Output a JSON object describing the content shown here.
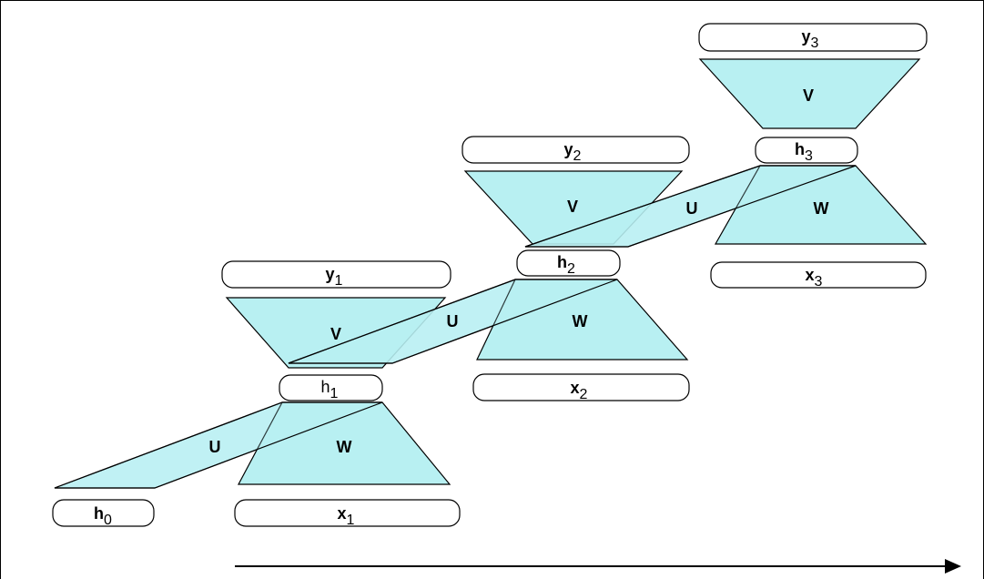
{
  "diagram": {
    "nodes": {
      "h0": {
        "base": "h",
        "sub": "0"
      },
      "h1": {
        "base": "h",
        "sub": "1"
      },
      "h2": {
        "base": "h",
        "sub": "2"
      },
      "h3": {
        "base": "h",
        "sub": "3"
      },
      "x1": {
        "base": "x",
        "sub": "1"
      },
      "x2": {
        "base": "x",
        "sub": "2"
      },
      "x3": {
        "base": "x",
        "sub": "3"
      },
      "y1": {
        "base": "y",
        "sub": "1"
      },
      "y2": {
        "base": "y",
        "sub": "2"
      },
      "y3": {
        "base": "y",
        "sub": "3"
      }
    },
    "matrices": {
      "U": "U",
      "V": "V",
      "W": "W"
    },
    "colors": {
      "fill": "#b8f0f2",
      "stroke": "#000000",
      "background": "#ffffff"
    }
  }
}
